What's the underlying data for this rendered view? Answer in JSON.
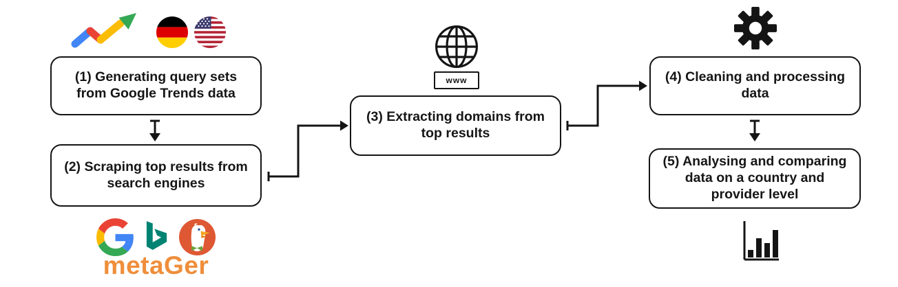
{
  "diagram": {
    "boxes": [
      {
        "label": "(1) Generating query sets from Google Trends data"
      },
      {
        "label": "(2) Scraping top results from search engines"
      },
      {
        "label": "(3) Extracting domains from top results"
      },
      {
        "label": "(4) Cleaning and processing data"
      },
      {
        "label": "(5) Analysing and comparing data on a country and provider level"
      }
    ],
    "globe": {
      "label": "www"
    },
    "logos": {
      "metager_label": "metaGer"
    },
    "icons": [
      "google-trends-icon",
      "germany-flag-icon",
      "usa-flag-icon",
      "globe-www-icon",
      "gear-icon",
      "google-logo",
      "bing-logo",
      "duckduckgo-logo",
      "metager-logo",
      "bar-chart-icon"
    ],
    "colors": {
      "line": "#141414",
      "box_border": "#141414",
      "background": "#ffffff",
      "google_blue": "#4285F4",
      "google_red": "#EA4335",
      "google_yellow": "#FBBC05",
      "google_green": "#34A853",
      "bing_teal": "#008373",
      "duckduckgo_red": "#DE5833",
      "metager_orange": "#EF8E3B",
      "germany_black": "#000000",
      "germany_red": "#DD0000",
      "germany_gold": "#FFCE00",
      "usa_blue": "#3C3B6E",
      "usa_red": "#B22234"
    }
  }
}
